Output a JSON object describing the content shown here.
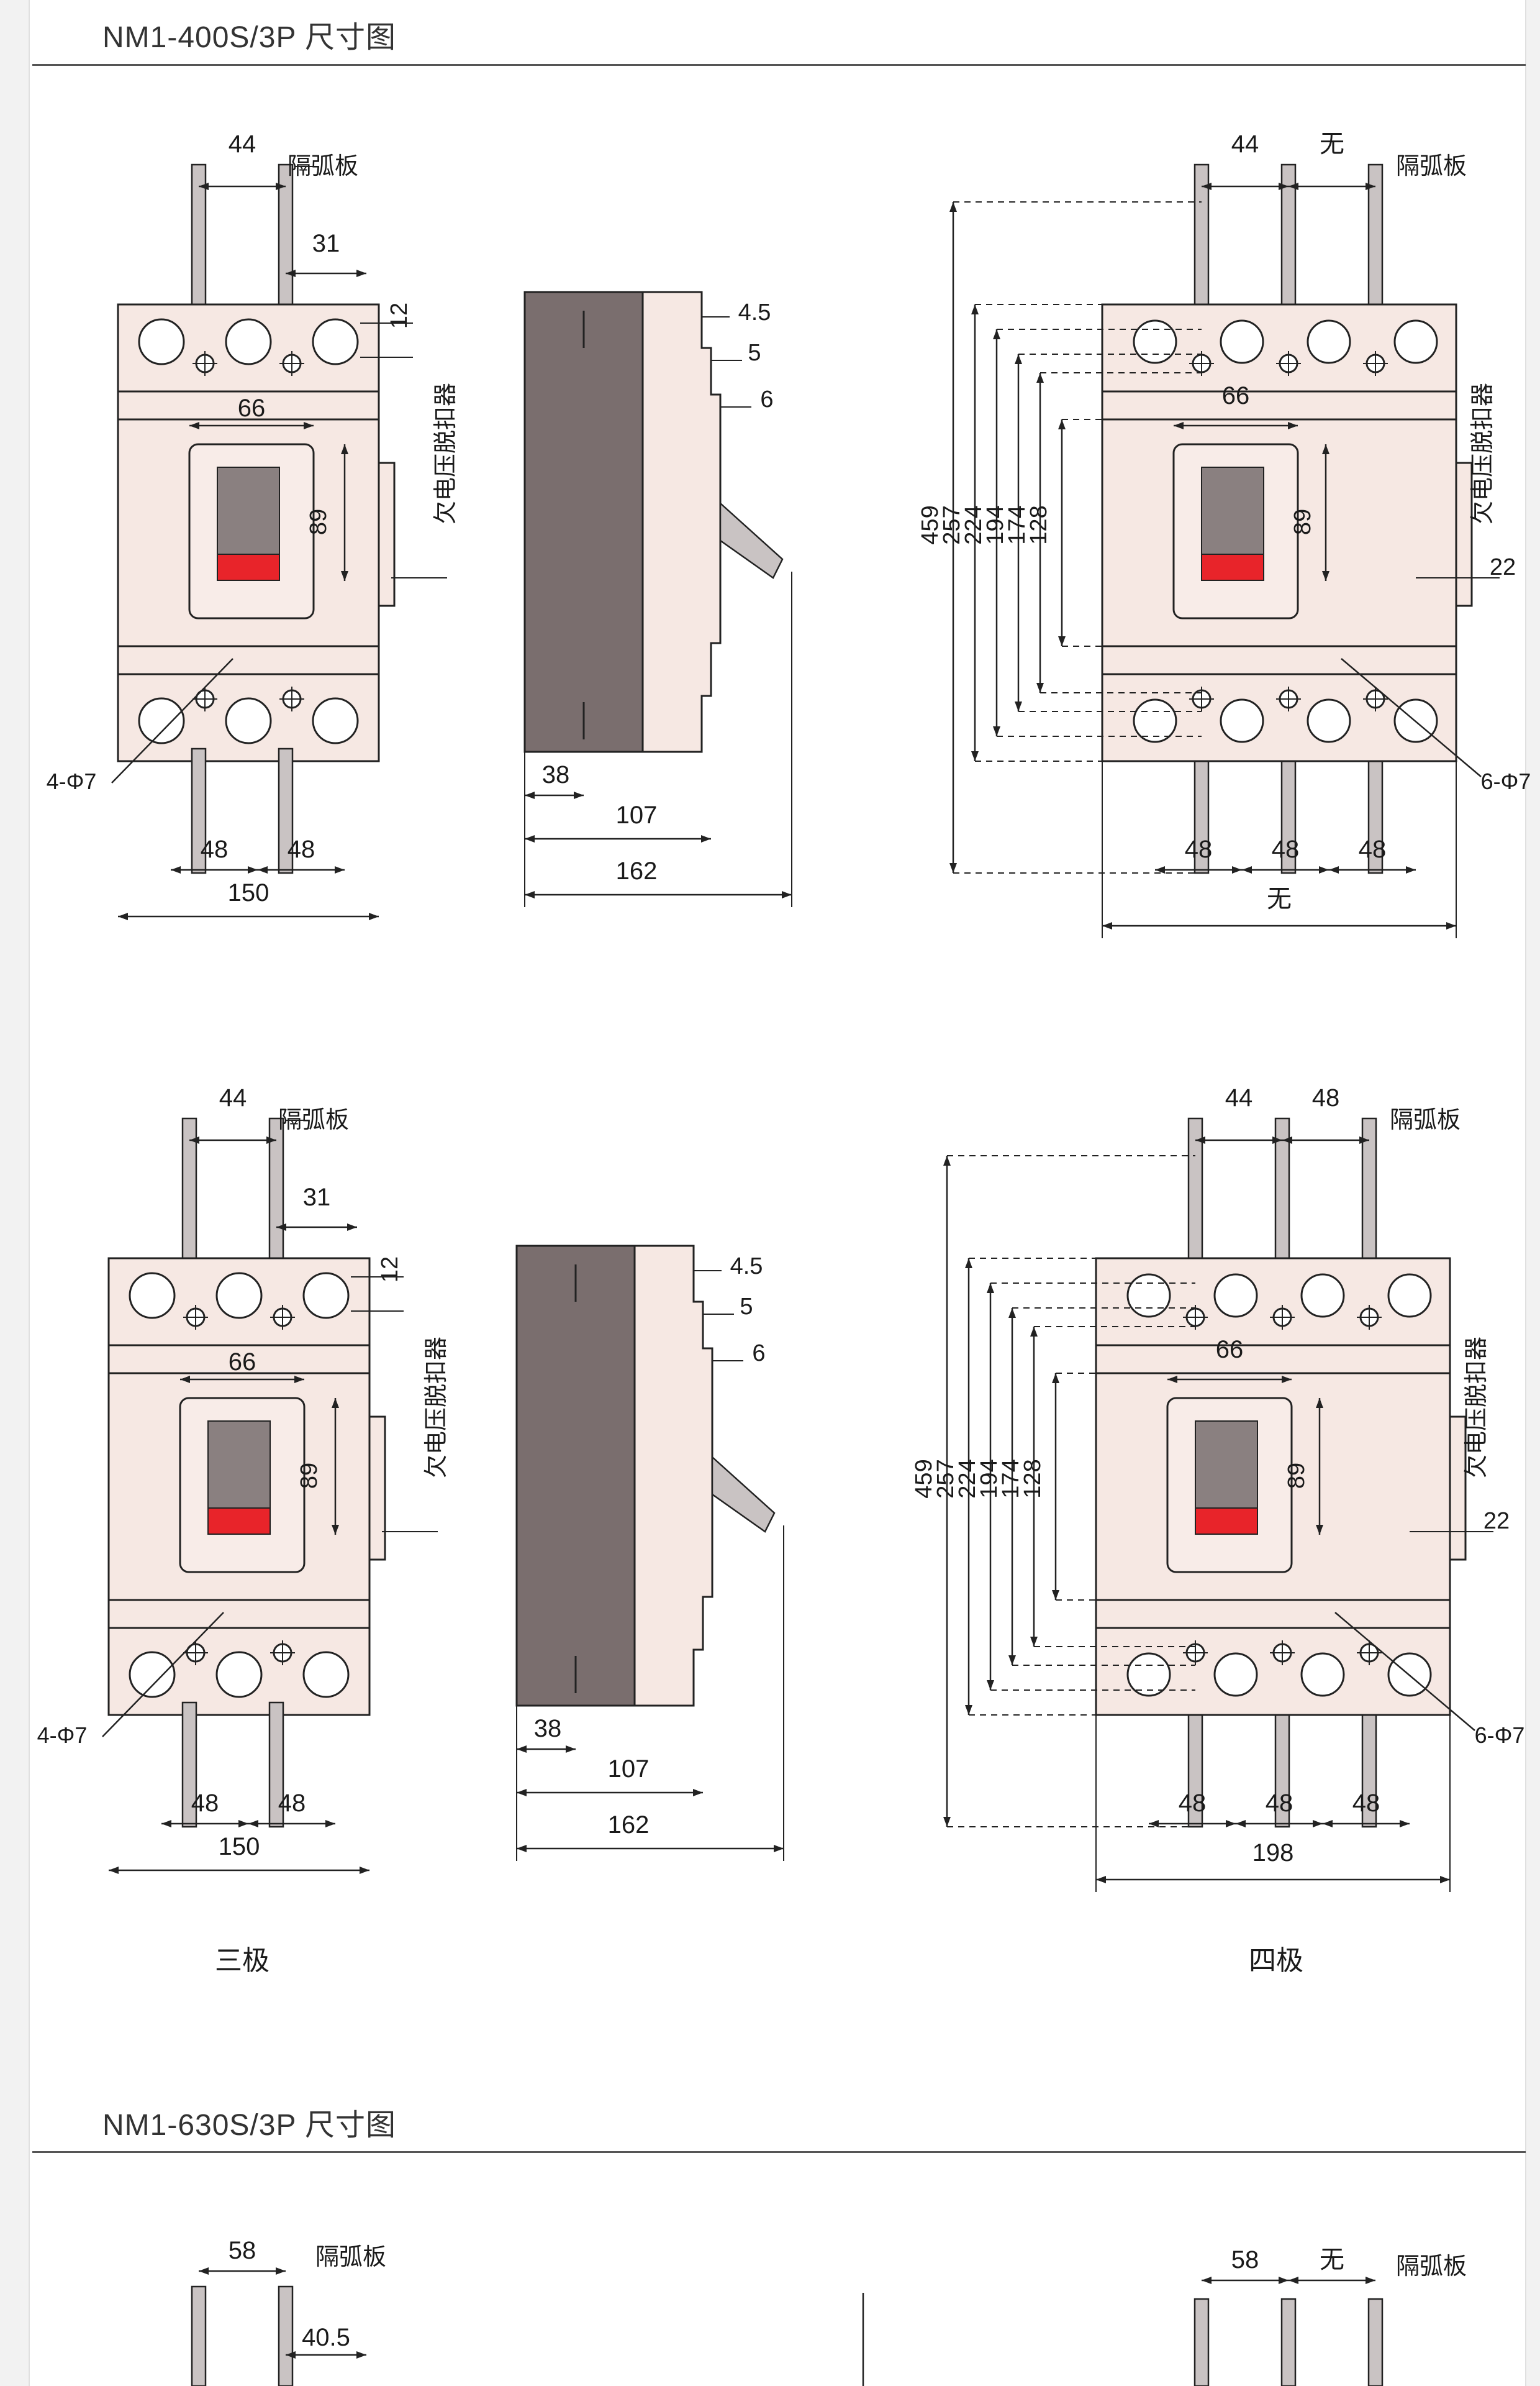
{
  "sections": [
    {
      "title": "NM1-400S/3P 尺寸图"
    },
    {
      "title": "NM1-630S/3P 尺寸图"
    }
  ],
  "captions": {
    "three_pole": "三极",
    "four_pole": "四极"
  },
  "labels": {
    "arc_barrier": "隔弧板",
    "undervoltage_release": "欠电压脱扣器",
    "holes_3p": "4-Φ7",
    "holes_4p": "6-Φ7",
    "none": "无"
  },
  "dims": {
    "d44": "44",
    "d31": "31",
    "d12": "12",
    "d66": "66",
    "d89": "89",
    "d48": "48",
    "d150": "150",
    "d4_5": "4.5",
    "d5": "5",
    "d6": "6",
    "d38": "38",
    "d107": "107",
    "d162": "162",
    "d459": "459",
    "d257": "257",
    "d224": "224",
    "d194": "194",
    "d174": "174",
    "d128": "128",
    "d22": "22",
    "d198": "198",
    "d58": "58",
    "d40_5": "40.5"
  },
  "colors": {
    "body": "#f6e8e3",
    "side": "#7a6e6e",
    "handle": "#8a8080",
    "indicator": "#e8242a",
    "line": "#222222"
  }
}
